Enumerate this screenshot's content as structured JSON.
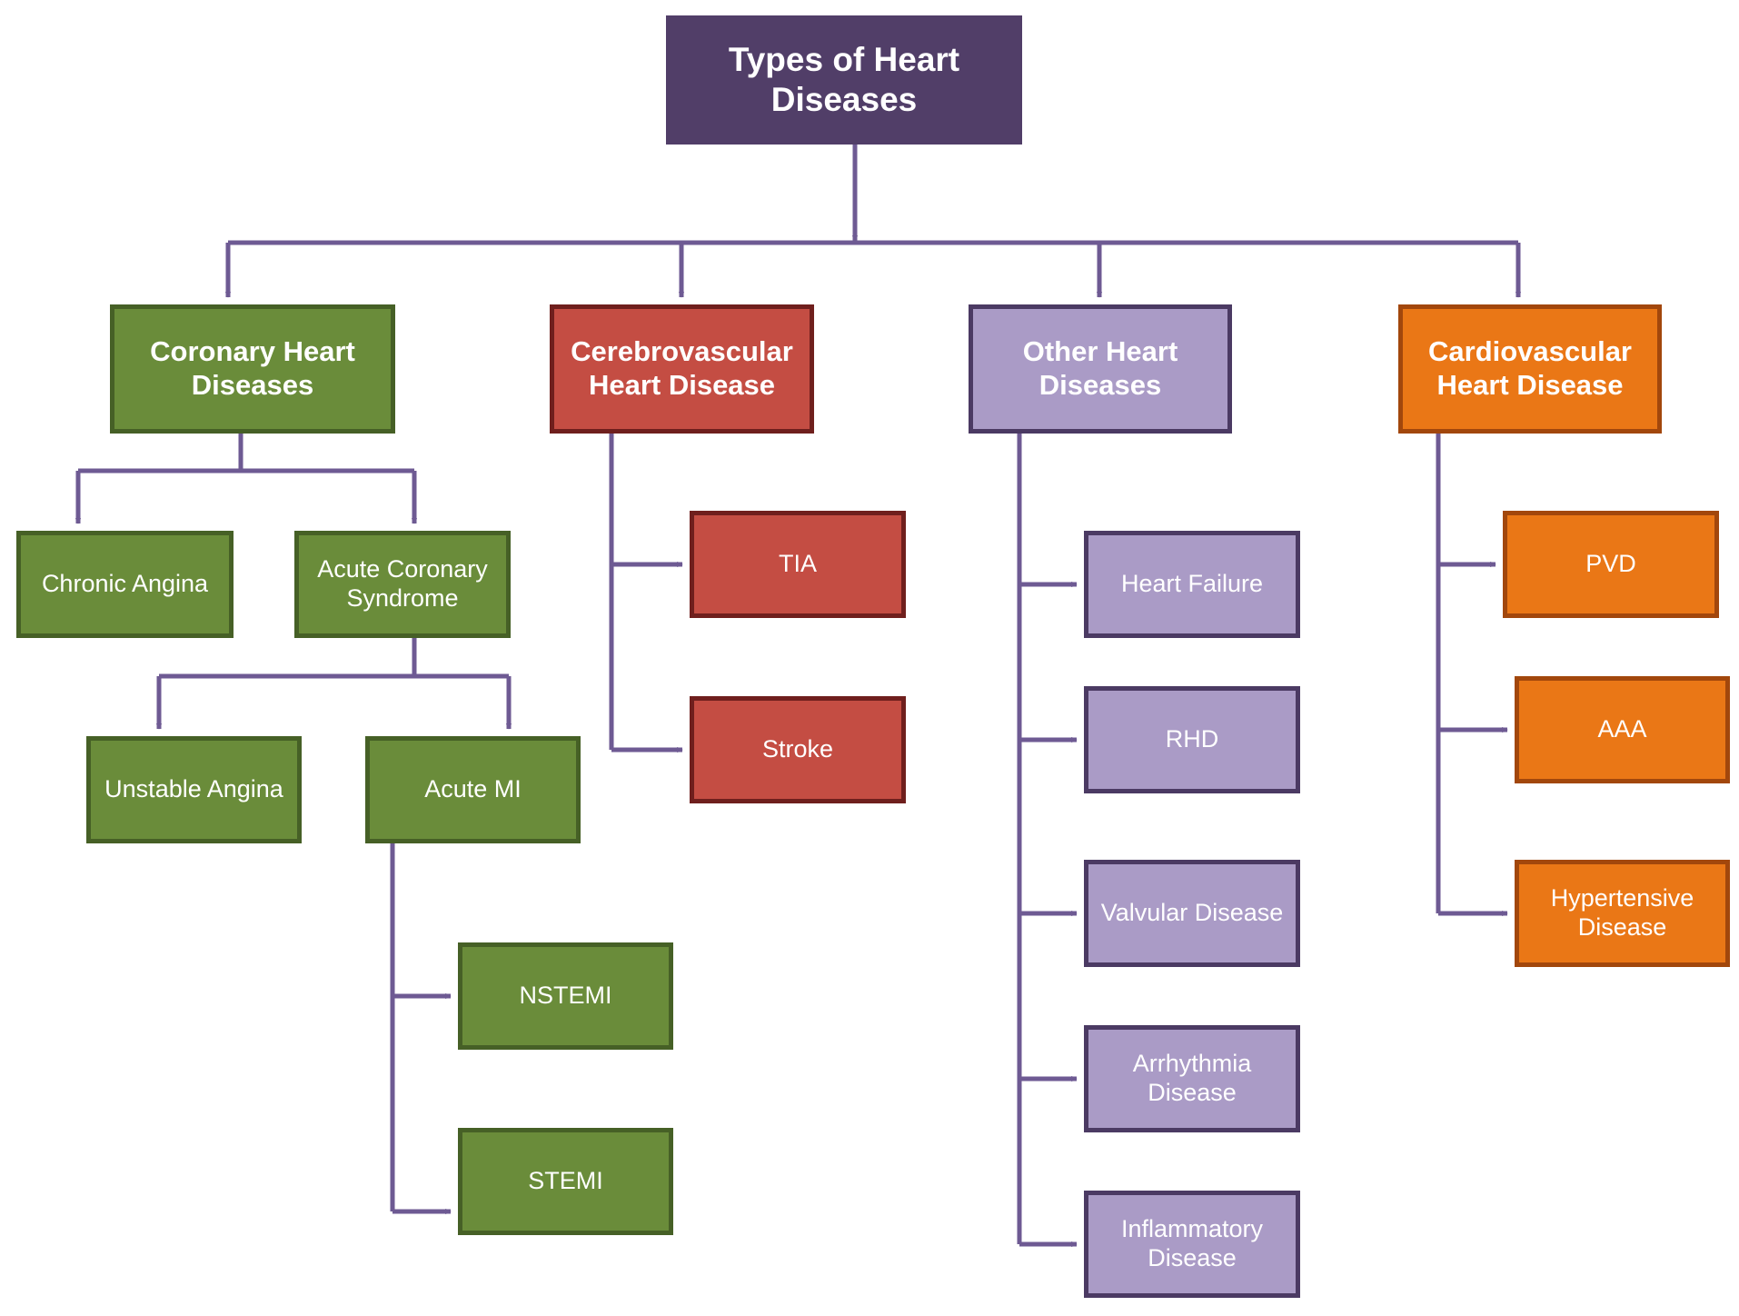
{
  "colors": {
    "connector": "#6e5a93",
    "root": "#513e68",
    "green": "#6a8c3a",
    "red": "#c44d43",
    "lilac": "#aa9bc6",
    "orange": "#ea7716"
  },
  "root": {
    "label": "Types of Heart Diseases"
  },
  "coronary": {
    "label": "Coronary Heart Diseases",
    "chronic_angina": "Chronic Angina",
    "acs": "Acute Coronary Syndrome",
    "unstable_angina": "Unstable Angina",
    "acute_mi": "Acute MI",
    "nstemi": "NSTEMI",
    "stemi": "STEMI"
  },
  "cerebrovascular": {
    "label": "Cerebrovascular Heart Disease",
    "tia": "TIA",
    "stroke": "Stroke"
  },
  "other": {
    "label": "Other Heart Diseases",
    "heart_failure": "Heart Failure",
    "rhd": "RHD",
    "valvular": "Valvular Disease",
    "arrhythmia": "Arrhythmia Disease",
    "inflammatory": "Inflammatory Disease"
  },
  "cardiovascular": {
    "label": "Cardiovascular Heart Disease",
    "pvd": "PVD",
    "aaa": "AAA",
    "hypertensive": "Hypertensive Disease"
  }
}
